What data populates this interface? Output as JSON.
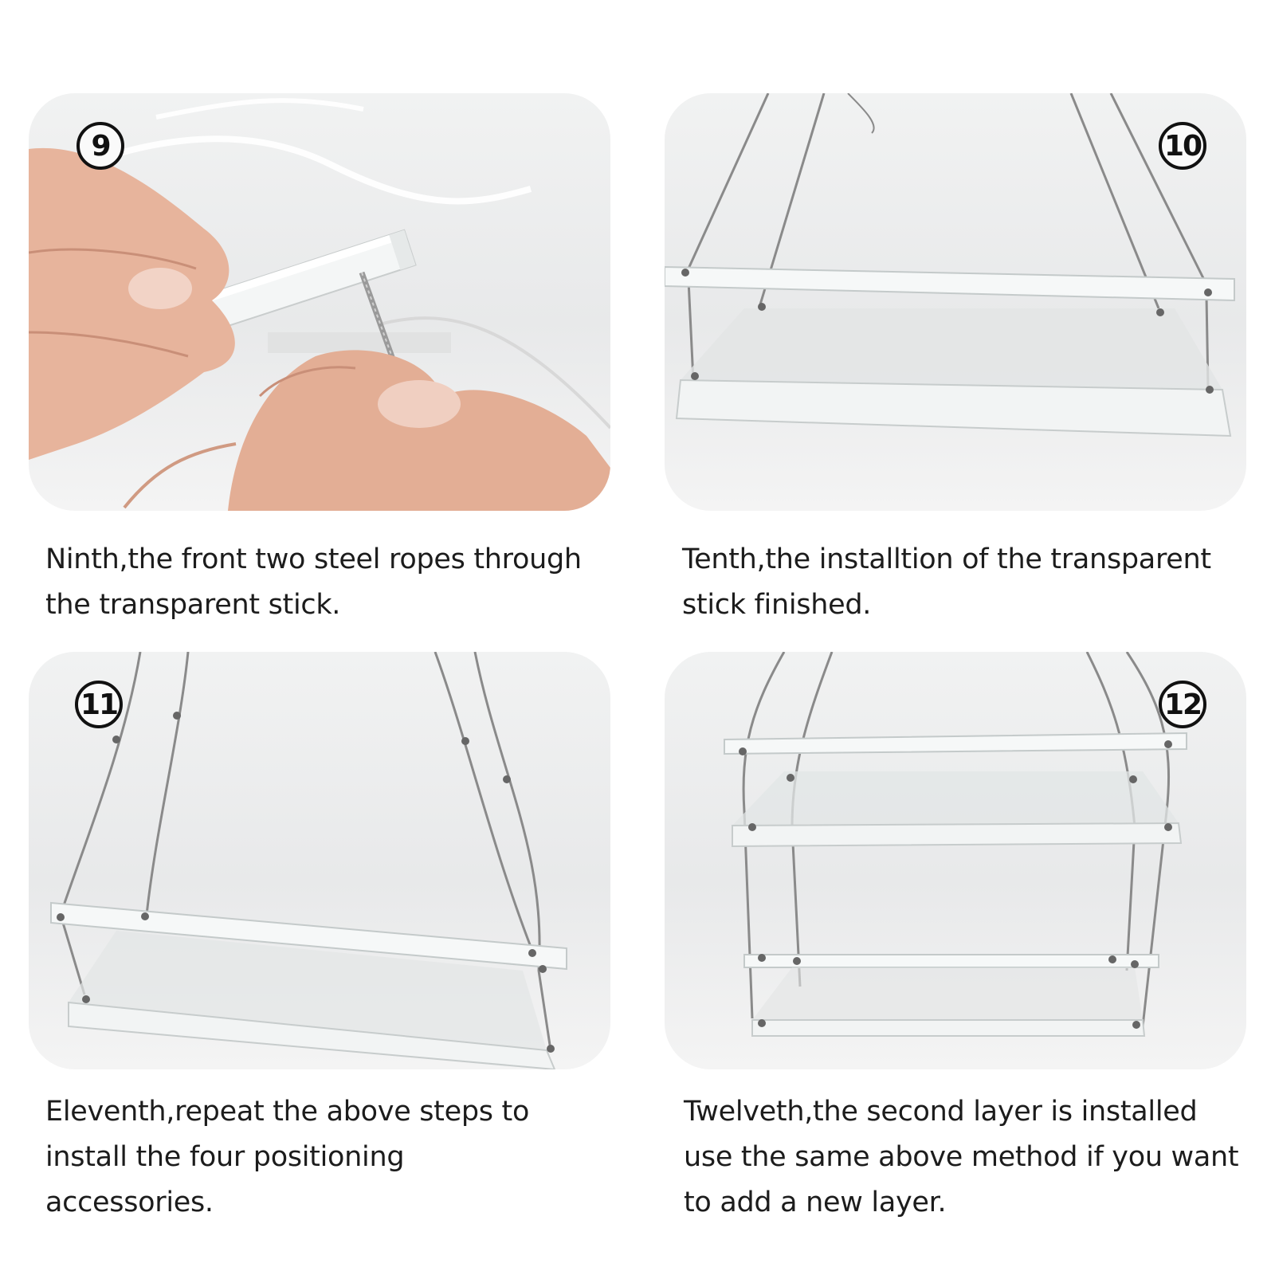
{
  "steps": [
    {
      "number": "9",
      "caption": "Ninth,the front  two steel ropes through\nthe transparent stick.",
      "photo_subject": "hand-threading-rope-photo"
    },
    {
      "number": "10",
      "caption": "Tenth,the installtion of the transparent\nstick finished.",
      "photo_subject": "hanging-shelf-photo"
    },
    {
      "number": "11",
      "caption": "Eleventh,repeat the above steps to\ninstall the four positioning\naccessories.",
      "photo_subject": "hanging-shelf-photo"
    },
    {
      "number": "12",
      "caption": "Twelveth,the second layer is installed\nuse the same above method if you want\nto add a new layer.",
      "photo_subject": "two-layer-shelf-photo"
    }
  ],
  "colors": {
    "background": "#ffffff",
    "panel": "#eceded",
    "badge_border": "#111111",
    "text": "#1c1c1c"
  }
}
